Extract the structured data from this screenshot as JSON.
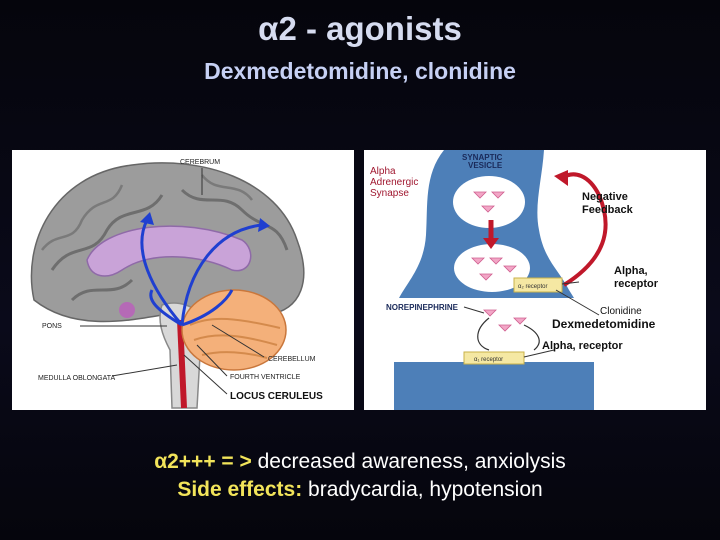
{
  "title": "α2 - agonists",
  "subtitle": "Dexmedetomidine, clonidine",
  "brain": {
    "cerebrum": "CEREBRUM",
    "pons": "PONS",
    "medulla": "MEDULLA OBLONGATA",
    "cerebellum": "CEREBELLUM",
    "fourth_ventricle": "FOURTH VENTRICLE",
    "locus": "LOCUS CERULEUS"
  },
  "synapse": {
    "alpha_line1": "Alpha",
    "alpha_line2": "Adrenergic",
    "alpha_line3": "Synapse",
    "vesicle_line1": "SYNAPTIC",
    "vesicle_line2": "VESICLE",
    "neg_line1": "Negative",
    "neg_line2": "Feedback",
    "alpha_receptor_line1": "Alpha,",
    "alpha_receptor_line2": "receptor",
    "a2_receptor_top": "α₂ receptor",
    "norepinephrine": "NOREPINEPHRINE",
    "clonidine": "Clonidine",
    "dexmedetomidine": "Dexmedetomidine",
    "alpha_receptor_bottom": "Alpha, receptor",
    "a1_receptor_bottom": "α₁ receptor"
  },
  "caption": {
    "line1_highlight": "α2+++ = >",
    "line1_rest": " decreased awareness, anxiolysis",
    "line2_highlight": "Side effects:",
    "line2_rest": " bradycardia, hypotension"
  },
  "colors": {
    "title": "#d6dcf0",
    "highlight": "#f2e45a",
    "arrow_blue": "#1f3fd0",
    "arrow_red": "#c0182a",
    "synapse_blue": "#4d7fb8",
    "brain_purple": "#c9a3d8",
    "cerebellum_orange": "#f4b07a"
  }
}
